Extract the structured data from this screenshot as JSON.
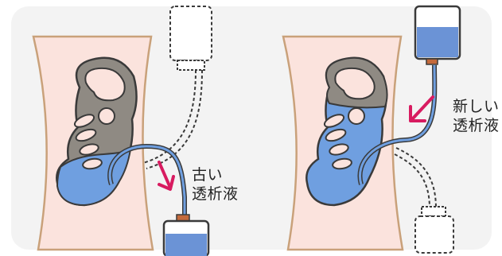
{
  "panels": [
    {
      "id": "drain",
      "label_lines": [
        "古い",
        "透析液"
      ]
    },
    {
      "id": "fill",
      "label_lines": [
        "新しい",
        "透析液"
      ]
    }
  ],
  "colors": {
    "background": "#f3f3f3",
    "body_skin": "#fbe3dd",
    "body_outline": "#c9a17a",
    "organ_gray": "#8f8a83",
    "fluid_blue": "#6f9fe0",
    "outline": "#3a3a3a",
    "arrow": "#d81b60",
    "bag_fluid": "#6b93d6",
    "bag_cap": "#c46a3c"
  }
}
